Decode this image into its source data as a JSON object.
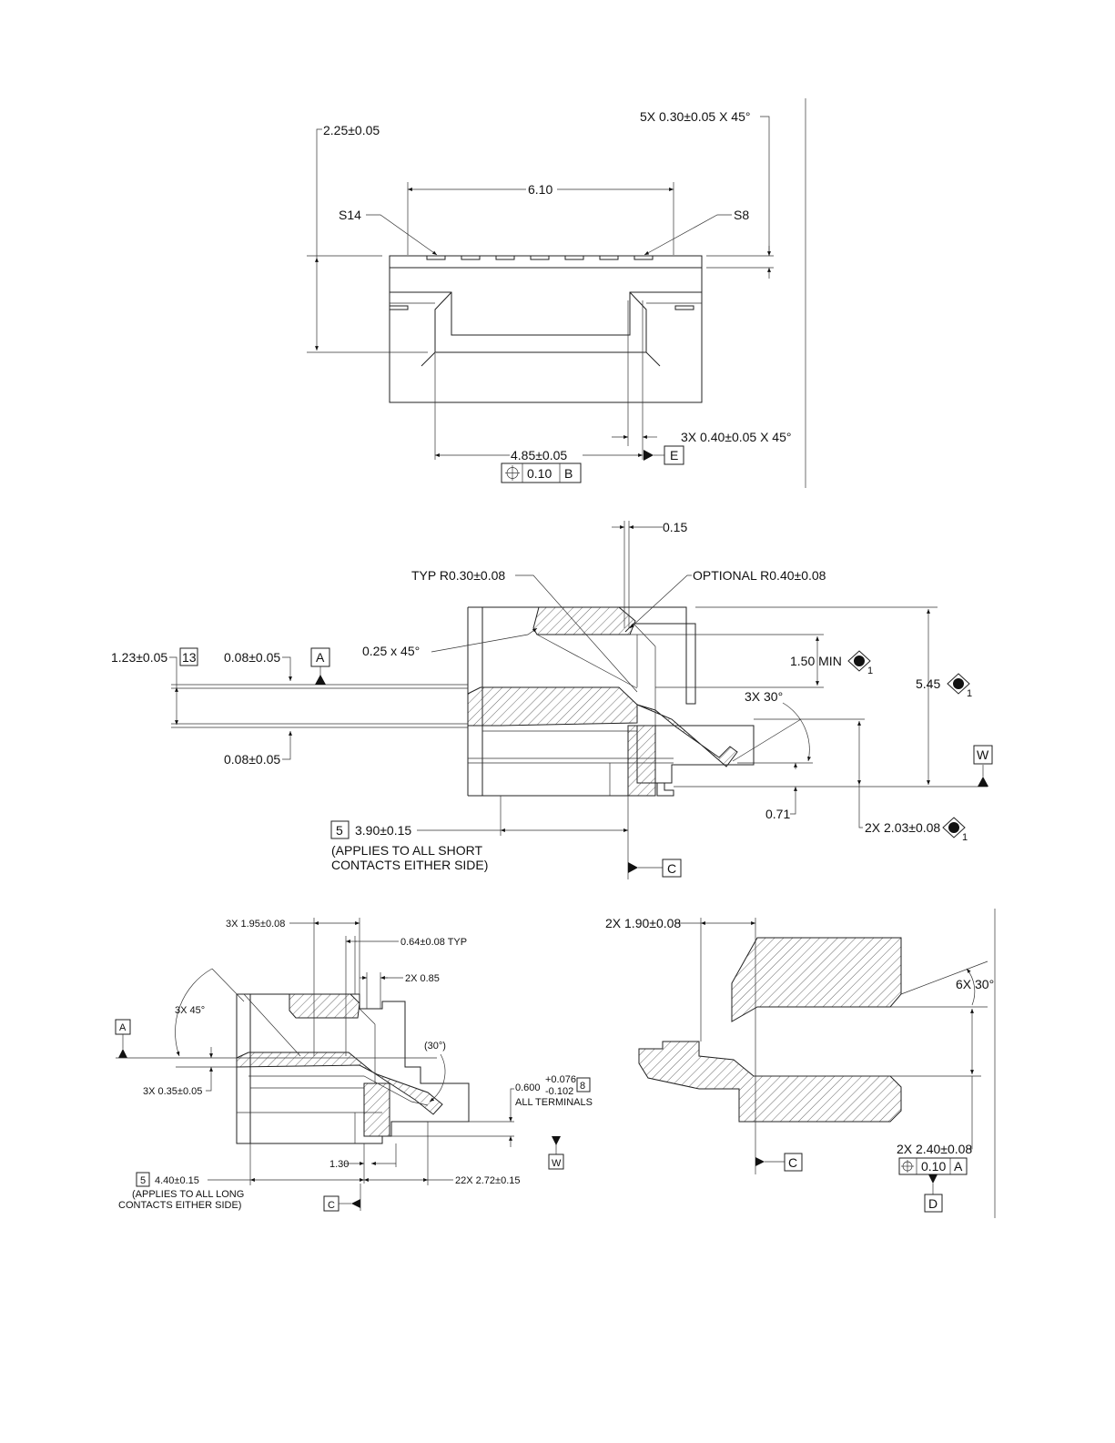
{
  "view1": {
    "dim_height": "2.25±0.05",
    "dim_chamfer_top": "5X 0.30±0.05 X 45°",
    "dim_width": "6.10",
    "label_left": "S14",
    "label_right": "S8",
    "dim_chamfer_bottom": "3X 0.40±0.05 X 45°",
    "dim_span": "4.85±0.05",
    "fcf_value": "0.10",
    "fcf_datum": "B",
    "datum_e": "E"
  },
  "view2": {
    "dim_gap": "0.15",
    "radius_typ": "TYP R0.30±0.08",
    "radius_optional": "OPTIONAL R0.40±0.08",
    "chamfer": "0.25 x 45°",
    "dim_left": "1.23±0.05",
    "flag_13": "13",
    "dim_thick_top": "0.08±0.05",
    "datum_a": "A",
    "min_dim": "1.50 MIN",
    "height": "5.45",
    "angle": "3X 30°",
    "dim_thick_bottom": "0.08±0.05",
    "datum_w": "W",
    "dim_071": "0.71",
    "dim_203": "2X 2.03±0.08",
    "flag_5": "5",
    "dim_390": "3.90±0.15",
    "note_line1": "(APPLIES TO ALL SHORT",
    "note_line2": "CONTACTS EITHER SIDE)",
    "datum_c": "C",
    "subscript": "1"
  },
  "view3": {
    "dim_195": "3X 1.95±0.08",
    "dim_064": "0.64±0.08 TYP",
    "dim_085": "2X 0.85",
    "angle_45": "3X 45°",
    "datum_a": "A",
    "angle_30": "(30°)",
    "dim_035": "3X 0.35±0.05",
    "tol_base": "0.600",
    "tol_plus": "+0.076",
    "tol_minus": "-0.102",
    "flag_8": "8",
    "note_terminals": "ALL TERMINALS",
    "dim_130": "1.30",
    "datum_w": "W",
    "flag_5": "5",
    "dim_440": "4.40±0.15",
    "dim_272": "22X 2.72±0.15",
    "note_line1": "(APPLIES TO ALL LONG",
    "note_line2": "CONTACTS EITHER SIDE)",
    "datum_c": "C"
  },
  "view4": {
    "dim_190": "2X 1.90±0.08",
    "angle_30": "6X 30°",
    "dim_240": "2X 2.40±0.08",
    "fcf_value": "0.10",
    "fcf_datum": "A",
    "datum_c": "C",
    "datum_d": "D"
  }
}
